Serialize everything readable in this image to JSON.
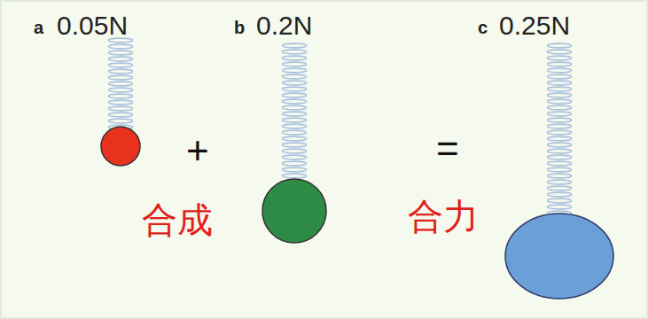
{
  "diagram": {
    "labels": [
      "a",
      "0.05N",
      "b",
      "0.2N",
      "c",
      "0.25N",
      "+",
      "合成",
      "=",
      "合力"
    ]
  }
}
